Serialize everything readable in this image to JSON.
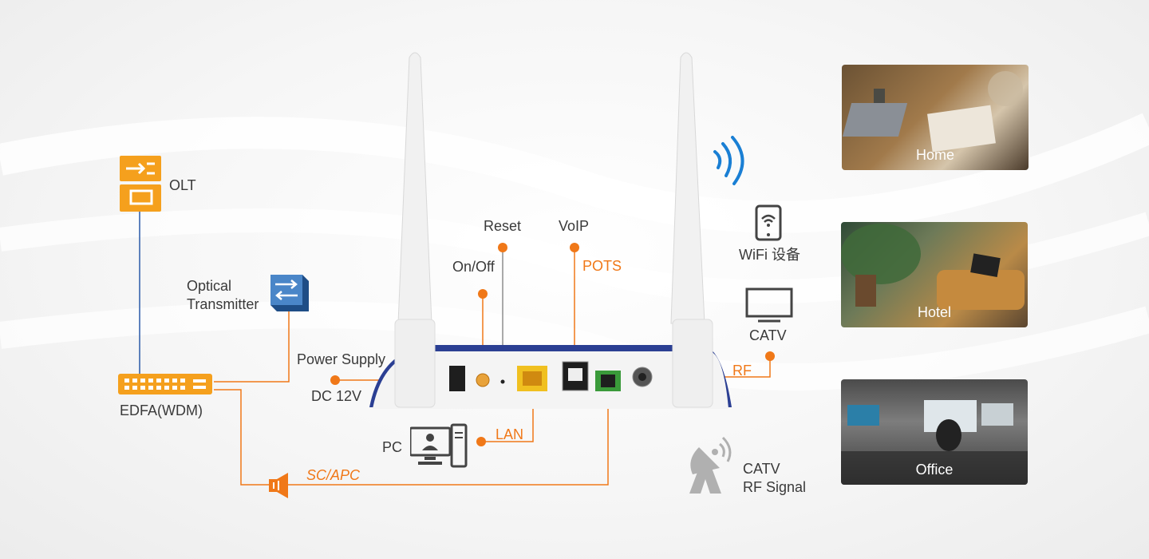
{
  "colors": {
    "accent": "#f07818",
    "wifi": "#1a7fd4",
    "olt_line": "#2a5aa8",
    "device_blue": "#2b3f93"
  },
  "network": {
    "olt": "OLT",
    "optical_transmitter": "Optical\nTransmitter",
    "edfa": "EDFA(WDM)",
    "sc_apc": "SC/APC",
    "power_supply": "Power Supply",
    "dc": "DC 12V",
    "pc": "PC",
    "lan": "LAN",
    "catv_rf_signal": "CATV\nRF Signal"
  },
  "ports": {
    "reset": "Reset",
    "voip": "VoIP",
    "on_off": "On/Off",
    "pots": "POTS",
    "rf": "RF"
  },
  "clients": {
    "wifi_device": "WiFi 设备",
    "catv": "CATV"
  },
  "scenes": [
    {
      "label": "Home",
      "icon": "home-photo"
    },
    {
      "label": "Hotel",
      "icon": "hotel-photo"
    },
    {
      "label": "Office",
      "icon": "office-photo"
    }
  ]
}
